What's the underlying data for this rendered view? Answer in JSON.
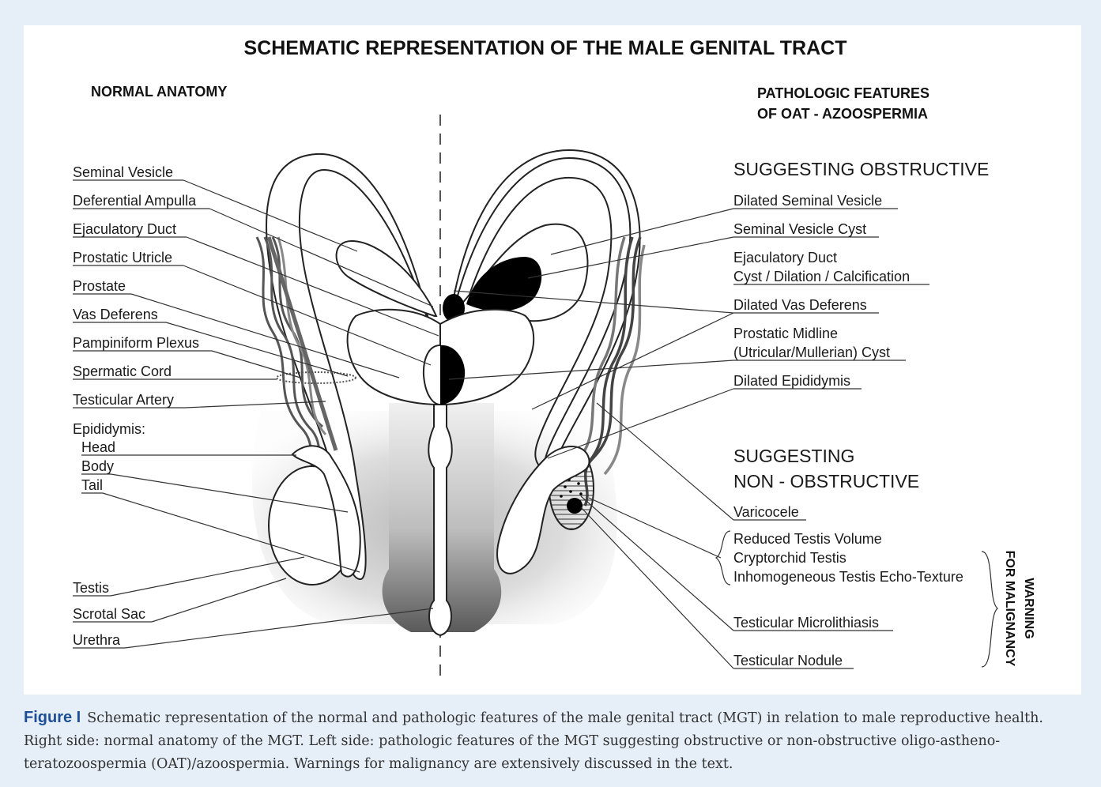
{
  "title": "SCHEMATIC REPRESENTATION OF THE MALE GENITAL TRACT",
  "left_heading": "NORMAL ANATOMY",
  "right_heading": [
    "PATHOLOGIC FEATURES",
    "OF OAT - AZOOSPERMIA"
  ],
  "normal_labels": {
    "seminal_vesicle": "Seminal Vesicle",
    "deferential_ampulla": "Deferential Ampulla",
    "ejaculatory_duct": "Ejaculatory Duct",
    "prostatic_utricle": "Prostatic Utricle",
    "prostate": "Prostate",
    "vas_deferens": "Vas Deferens",
    "pampiniform_plexus": "Pampiniform Plexus",
    "spermatic_cord": "Spermatic Cord",
    "testicular_artery": "Testicular Artery",
    "epididymis": "Epididymis:",
    "head": "Head",
    "body": "Body",
    "tail": "Tail",
    "testis": "Testis",
    "scrotal_sac": "Scrotal Sac",
    "urethra": "Urethra"
  },
  "obstructive": {
    "heading": "SUGGESTING OBSTRUCTIVE",
    "items": {
      "dilated_seminal_vesicle": "Dilated Seminal Vesicle",
      "seminal_vesicle_cyst": "Seminal Vesicle Cyst",
      "ejaculatory_duct_1": "Ejaculatory Duct",
      "ejaculatory_duct_2": "Cyst / Dilation / Calcification",
      "dilated_vas_deferens": "Dilated Vas Deferens",
      "prostatic_midline_1": "Prostatic Midline",
      "prostatic_midline_2": "(Utricular/Mullerian) Cyst",
      "dilated_epididymis": "Dilated Epididymis"
    }
  },
  "non_obstructive": {
    "heading_1": "SUGGESTING",
    "heading_2": "NON - OBSTRUCTIVE",
    "items": {
      "varicocele": "Varicocele",
      "reduced_testis_volume": "Reduced Testis Volume",
      "cryptorchid_testis": "Cryptorchid Testis",
      "inhomogeneous": "Inhomogeneous Testis Echo-Texture",
      "microlithiasis": "Testicular Microlithiasis",
      "nodule": "Testicular Nodule"
    }
  },
  "warning": [
    "WARNING",
    "FOR MALIGNANCY"
  ],
  "caption": {
    "label": "Figure I",
    "text": "Schematic representation of the normal and pathologic features of the male genital tract (MGT) in relation to male reproductive health. Right side: normal anatomy of the MGT. Left side: pathologic features of the MGT suggesting obstructive or non-obstructive oligo-astheno-teratozoospermia (OAT)/azoospermia. Warnings for malignancy are extensively discussed in the text."
  },
  "colors": {
    "caption_label": "#1f4e99",
    "background": "#e6eef7",
    "panel": "#ffffff"
  }
}
